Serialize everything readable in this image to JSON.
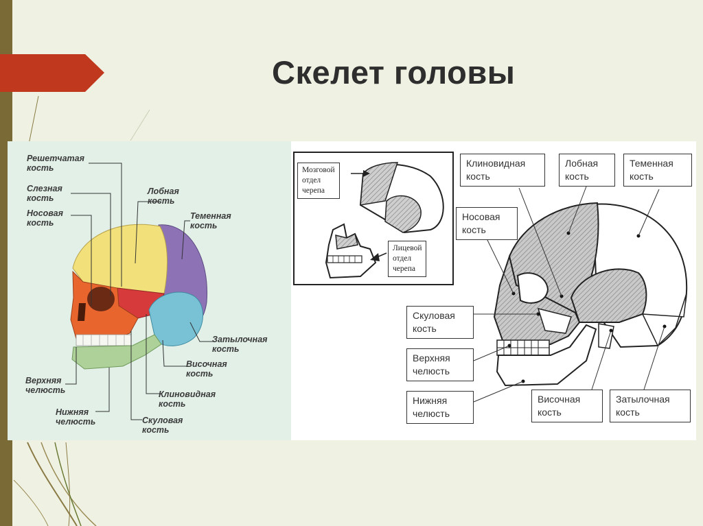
{
  "slide": {
    "title": "Скелет головы",
    "colors": {
      "background": "#eff2e2",
      "accent_arrow": "#c0391f",
      "stem": "#7a6a35",
      "title": "#2e2e2e"
    }
  },
  "left_diagram": {
    "labels": {
      "ethmoid": [
        "Решетчатая",
        "кость"
      ],
      "lacrimal": [
        "Слезная",
        "кость"
      ],
      "nasal": [
        "Носовая",
        "кость"
      ],
      "frontal": [
        "Лобная",
        "кость"
      ],
      "parietal": [
        "Теменная",
        "кость"
      ],
      "occipital": [
        "Затылочная",
        "кость"
      ],
      "temporal": [
        "Височная",
        "кость"
      ],
      "sphenoid": [
        "Клиновидная",
        "кость"
      ],
      "zygomatic": [
        "Скуловая",
        "кость"
      ],
      "mandible": [
        "Нижняя",
        "челюсть"
      ],
      "maxilla": [
        "Верхняя",
        "челюсть"
      ]
    },
    "bone_colors": {
      "frontal": "#f2e07a",
      "parietal": "#8d72b6",
      "temporal": "#79c2d6",
      "facial": "#e8662e",
      "mandible": "#aed19a",
      "sphenoid": "#d73a3a",
      "teeth": "#f7f7f2"
    }
  },
  "right_diagram": {
    "inset": {
      "brain": [
        "Мозговой",
        "отдел",
        "черепа"
      ],
      "facial": [
        "Лицевой",
        "отдел",
        "черепа"
      ]
    },
    "labels": {
      "sphenoid": [
        "Клиновидная",
        "кость"
      ],
      "frontal": [
        "Лобная",
        "кость"
      ],
      "parietal": [
        "Теменная",
        "кость"
      ],
      "nasal": [
        "Носовая",
        "кость"
      ],
      "zygomatic": [
        "Скуловая",
        "кость"
      ],
      "maxilla": [
        "Верхняя",
        "челюсть"
      ],
      "mandible": [
        "Нижняя",
        "челюсть"
      ],
      "temporal": [
        "Височная",
        "кость"
      ],
      "occipital": [
        "Затылочная",
        "кость"
      ]
    }
  }
}
